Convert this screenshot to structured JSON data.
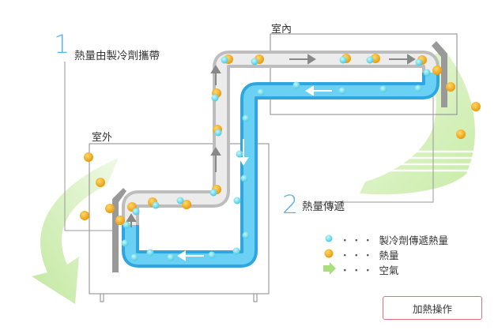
{
  "step1": {
    "number": "1",
    "label": "熱量由製冷劑攜帶"
  },
  "step2": {
    "number": "2",
    "label": "熱量傳遞"
  },
  "indoor_label": "室內",
  "outdoor_label": "室外",
  "legend": {
    "dots": "・・・",
    "refrigerant_label": "製冷劑傳遞熱量",
    "heat_label": "熱量",
    "air_label": "空氣"
  },
  "heating_button": "加熱操作",
  "colors": {
    "refrigerant": "#5fd6e6",
    "heat": "#f2a81a",
    "pipe_blue": "#37b6ee",
    "pipe_gray": "#cfcfcf",
    "airflow": "#cdeeb0",
    "accent": "#5bb3e6",
    "button_border": "#e07080"
  }
}
